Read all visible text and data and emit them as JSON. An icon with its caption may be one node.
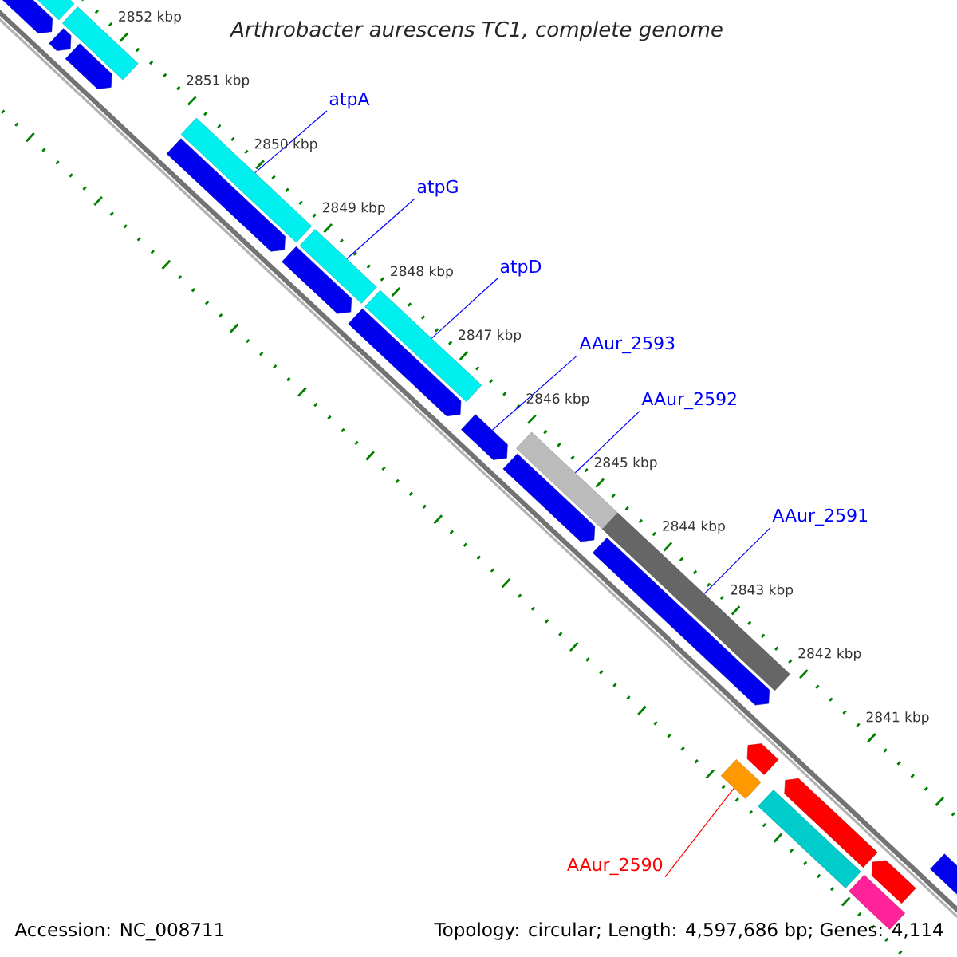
{
  "diagram": {
    "title": "Arthrobacter aurescens TC1, complete genome",
    "nodes": [
      {
        "text": [
          "atpA"
        ]
      },
      {
        "text": [
          "atpG"
        ]
      },
      {
        "text": [
          "atpD"
        ]
      },
      {
        "text": [
          "AAur_2593"
        ]
      },
      {
        "text": [
          "AAur_2592"
        ]
      },
      {
        "text": [
          "AAur_2591"
        ]
      },
      {
        "text": [
          "AAur_2590"
        ]
      },
      {
        "text": [],
        "shape": "pentagon"
      },
      {
        "text": [],
        "shape": "bar"
      },
      {
        "text": [],
        "shape": "pentagon"
      },
      {
        "text": [],
        "shape": "bar"
      },
      {
        "text": [],
        "shape": "pentagon"
      },
      {
        "text": [],
        "shape": "pentagon"
      },
      {
        "text": [],
        "shape": "bar"
      },
      {
        "text": [],
        "shape": "pentagon"
      },
      {
        "text": [],
        "shape": "bar"
      },
      {
        "text": [],
        "shape": "pentagon"
      },
      {
        "text": [],
        "shape": "bar"
      },
      {
        "text": [],
        "shape": "pentagon"
      },
      {
        "text": [],
        "shape": "pentagon"
      },
      {
        "text": [],
        "shape": "bar"
      },
      {
        "text": [],
        "shape": "pentagon"
      },
      {
        "text": [],
        "shape": "bar"
      },
      {
        "text": [],
        "shape": "bar"
      },
      {
        "text": [],
        "shape": "pentagon"
      },
      {
        "text": [],
        "shape": "bar"
      },
      {
        "text": [],
        "shape": "pentagon"
      },
      {
        "text": [],
        "shape": "bar"
      },
      {
        "text": [],
        "shape": "pentagon"
      },
      {
        "text": [],
        "shape": "pentagon"
      }
    ],
    "edges": [
      {
        "from": 0,
        "to": 13,
        "arrow": "none"
      },
      {
        "from": 1,
        "to": 15,
        "arrow": "none"
      },
      {
        "from": 2,
        "to": 17,
        "arrow": "none"
      },
      {
        "from": 3,
        "to": 18,
        "arrow": "none"
      },
      {
        "from": 4,
        "to": 20,
        "arrow": "none"
      },
      {
        "from": 5,
        "to": 22,
        "arrow": "none"
      },
      {
        "from": 6,
        "to": 23,
        "arrow": "none",
        "color": "#ff0000"
      }
    ],
    "labels": [
      "2852 kbp",
      "2851 kbp",
      "2850 kbp",
      "2849 kbp",
      "2848 kbp",
      "2847 kbp",
      "2846 kbp",
      "2845 kbp",
      "2844 kbp",
      "2843 kbp",
      "2842 kbp",
      "2841 kbp",
      "Accession: NC_008711",
      "Topology: circular; Length: 4,597,686 bp; Genes: 4,114"
    ]
  }
}
